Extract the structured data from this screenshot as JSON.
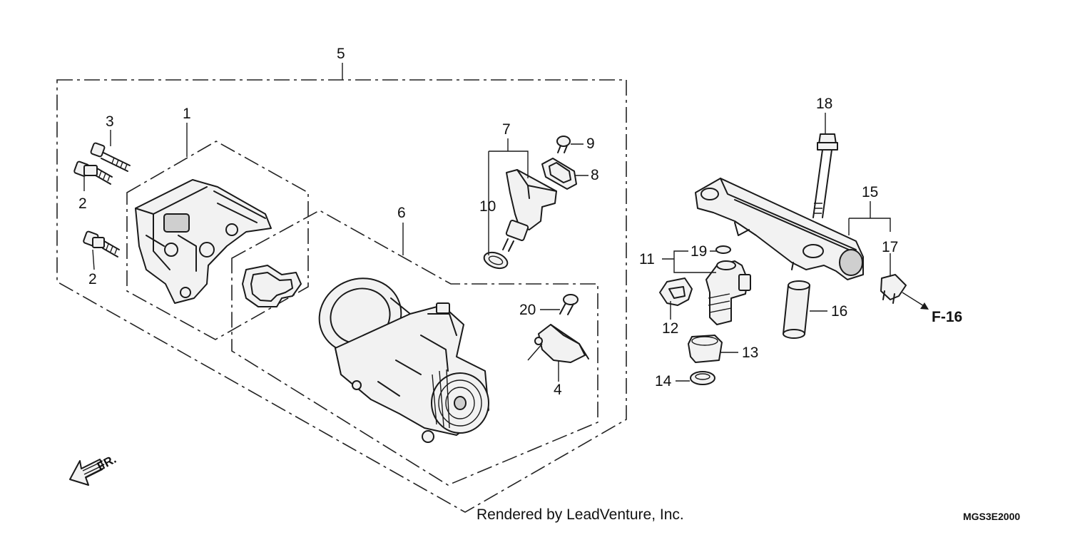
{
  "callouts": {
    "c1": "1",
    "c2a": "2",
    "c2b": "2",
    "c3": "3",
    "c4": "4",
    "c5": "5",
    "c6": "6",
    "c7": "7",
    "c8": "8",
    "c9": "9",
    "c10": "10",
    "c11": "11",
    "c12": "12",
    "c13": "13",
    "c14": "14",
    "c15": "15",
    "c16": "16",
    "c17": "17",
    "c18": "18",
    "c19": "19",
    "c20": "20"
  },
  "reference_label": "F-16",
  "direction_label": "FR.",
  "footer": {
    "credit": "Rendered by LeadVenture, Inc.",
    "diagram_code": "MGS3E2000"
  }
}
